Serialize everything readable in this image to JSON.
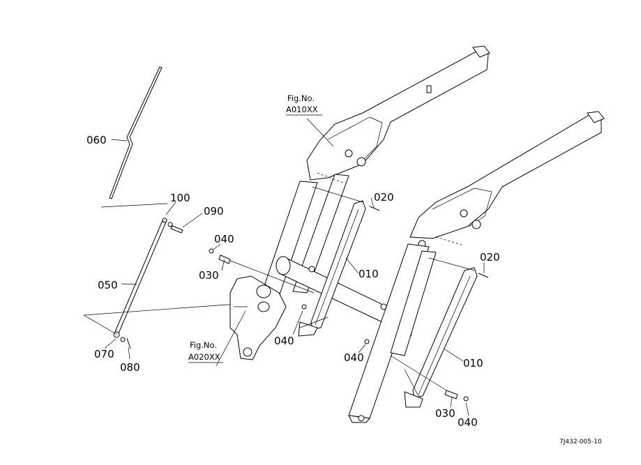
{
  "labels": {
    "p060": "060",
    "p100": "100",
    "p090": "090",
    "p050": "050",
    "p070": "070",
    "p080": "080",
    "p040a": "040",
    "p030a": "030",
    "p010a": "010",
    "p020a": "020",
    "p040b": "040",
    "p040c": "040",
    "p020b": "020",
    "p010b": "010",
    "p030b": "030",
    "p040d": "040"
  },
  "fig_refs": {
    "upper_title": "Fig.No.",
    "upper_code": "A010XX",
    "lower_title": "Fig.No.",
    "lower_code": "A020XX"
  },
  "drawing_code": "7J432-005-10"
}
